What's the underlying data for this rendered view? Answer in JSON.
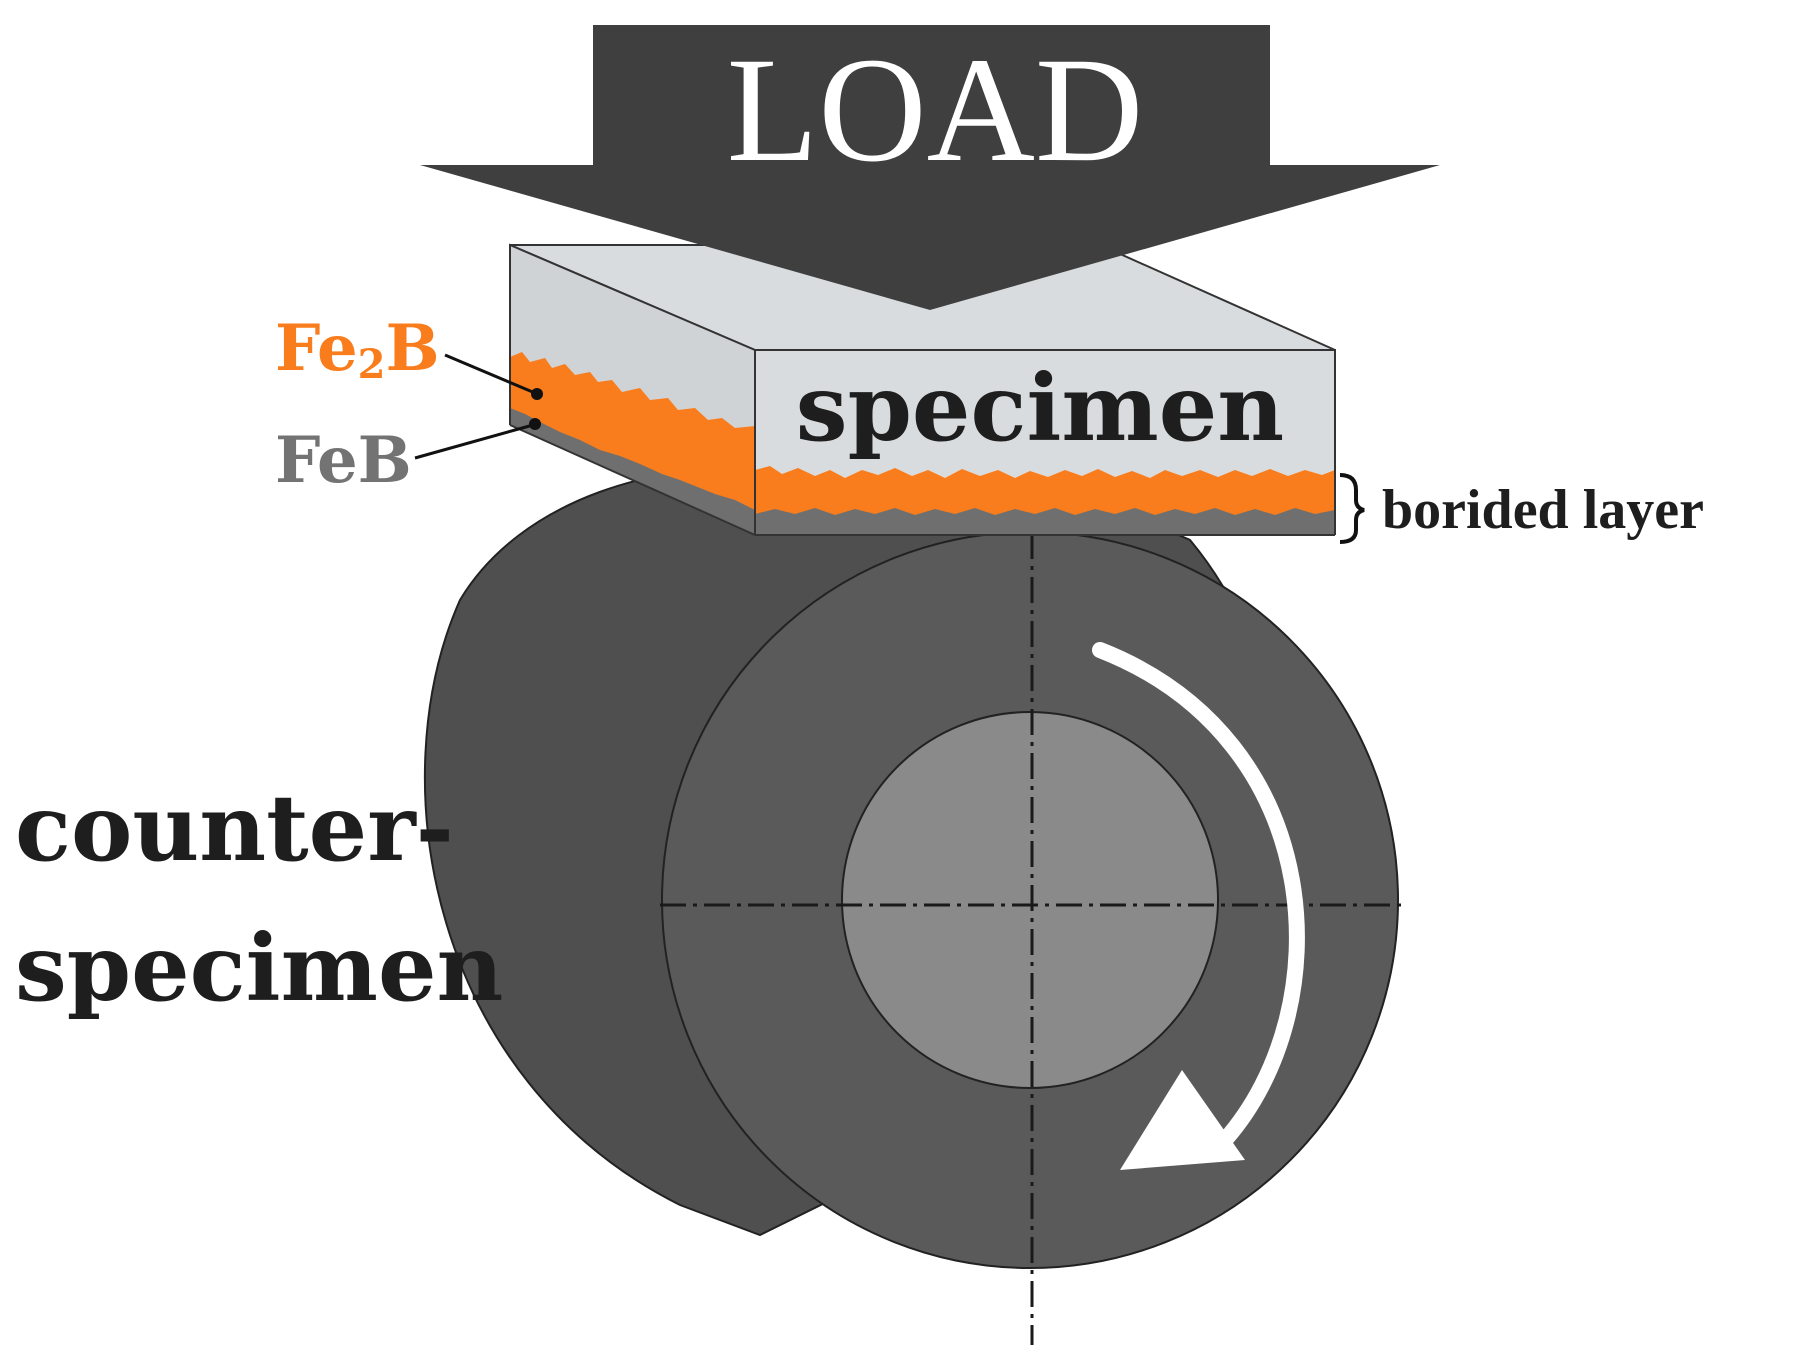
{
  "labels": {
    "load": "LOAD",
    "specimen": "specimen",
    "fe2b_prefix": "Fe",
    "fe2b_subscript": "2",
    "fe2b_suffix": "B",
    "feb": "FeB",
    "borided_layer": "borided layer",
    "counter_line1": "counter-",
    "counter_line2": "specimen"
  },
  "colors": {
    "arrow": "#3f3f3f",
    "specimen_fill": "#d9dcde",
    "fe2b_layer": "#f97d1c",
    "feb_layer": "#6f6f6f",
    "cylinder": "#4f4f4f",
    "cylinder_front": "#5a5a5a",
    "hub": "#8a8a8a",
    "rotation_arrow": "#ffffff",
    "text_dark": "#1e1e1e",
    "text_gray": "#737373"
  },
  "icons": {
    "rotation": "clockwise-arrow-icon",
    "load": "down-arrow-icon"
  }
}
